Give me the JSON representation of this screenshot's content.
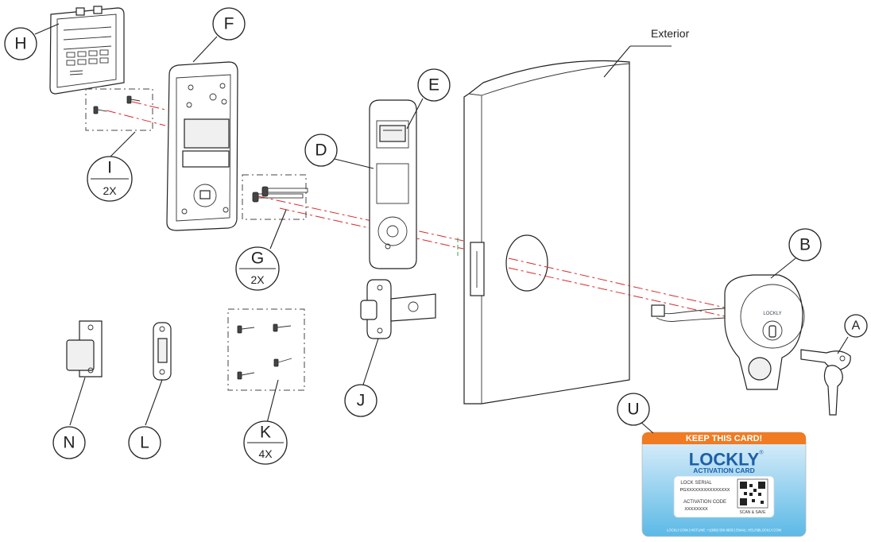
{
  "door_label": "Exterior",
  "callouts": {
    "A": "A",
    "B": "B",
    "D": "D",
    "E": "E",
    "F": "F",
    "G": "G",
    "H": "H",
    "I": "I",
    "J": "J",
    "K": "K",
    "L": "L",
    "N": "N",
    "U": "U"
  },
  "quantities": {
    "G": "2X",
    "I": "2X",
    "K": "4X"
  },
  "lock_brand_mark": "LOCKLY",
  "card": {
    "banner": "KEEP THIS CARD!",
    "logo": "LOCKLY",
    "registered": "®",
    "subtitle": "ACTIVATION CARD",
    "serial_label": "LOCK SERIAL",
    "serial_value": "PGXXXXXXXXXXXXXXX",
    "code_label": "ACTIVATION CODE",
    "code_value": "XXXXXXXX",
    "scan_label": "SCAN & SAVE",
    "footer": "LOCKLY.COM  |  HOTLINE: +1(669) 500-8835  |  EMAIL: HELP@LOCKLY.COM",
    "colors": {
      "banner": "#f07b22",
      "body_top": "#e3f1fb",
      "body_bottom": "#5bb9e6",
      "logo_blue": "#1d5fa8"
    }
  }
}
